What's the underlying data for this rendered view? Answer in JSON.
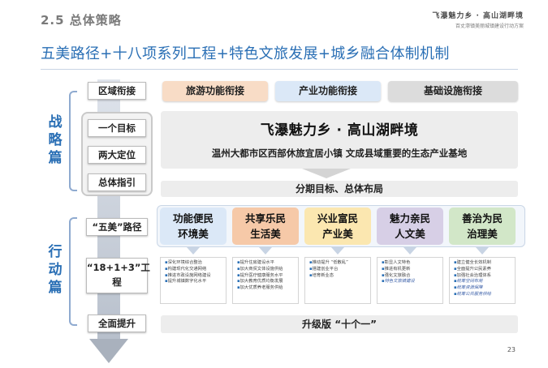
{
  "header": {
    "section": "2.5  总体策略",
    "brand_line1": "飞瀑魅力乡 · 高山湖畔境",
    "brand_line2": "百丈漈镇美丽城镇建设行动方案"
  },
  "title": "五美路径+十八项系列工程+特色文旅发展+城乡融合体制机制",
  "side": {
    "strategy": "战略篇",
    "action": "行动篇"
  },
  "left_labels": {
    "region": "区域衔接",
    "goal": "一个目标",
    "positioning": "两大定位",
    "guideline": "总体指引",
    "five_beauty": "“五美”路径",
    "projects": "“18+1+3”工程",
    "upgrade": "全面提升"
  },
  "chips": {
    "tourism": "旅游功能衔接",
    "industry": "产业功能衔接",
    "infra": "基础设施衔接"
  },
  "strategy": {
    "headline": "飞瀑魅力乡 · 高山湖畔境",
    "sub": "温州大都市区西部休旅宜居小镇    文成县域重要的生态产业基地",
    "phased": "分期目标、总体布局",
    "upgrade": "升级版 “十个一”"
  },
  "columns": [
    {
      "title1": "功能便民",
      "title2": "环境美",
      "items": [
        "深化环境综合整治",
        "构建现代化交通网络",
        "推进市政设施网络建设",
        "提升城镇数字化水平"
      ]
    },
    {
      "title1": "共享乐民",
      "title2": "生活美",
      "items": [
        "提升住房建设水平",
        "加大商贸文体设施供给",
        "提升医疗健康服务水平",
        "加大教育优质均衡发展",
        "加大优质养老服务供给"
      ]
    },
    {
      "title1": "兴业富民",
      "title2": "产业美",
      "items": [
        "推动提升 “低散乱”",
        "搭建创业平台",
        "培育新业态"
      ]
    },
    {
      "title1": "魅力亲民",
      "title2": "人文美",
      "items": [
        "彰显人文特色",
        "推进有机更新",
        "强化文旅融合",
        "特色文旅镇建设"
      ]
    },
    {
      "title1": "善治为民",
      "title2": "治理美",
      "items": [
        "建立健全长效机制",
        "全面提升公民素养",
        "加强社会治理体系",
        "统筹空间布局",
        "统筹资源保障",
        "统筹公共服务供给"
      ]
    }
  ],
  "page_number": "23",
  "colors": {
    "accent_blue": "#2a6fb5",
    "chip_orange": "#f8dcc6",
    "chip_blue": "#dbe8f7",
    "chip_gray": "#dcdcdc",
    "col_orange": "#f6c9a8",
    "col_yellow": "#fbe7b0",
    "col_purple": "#d7cfe6",
    "col_green": "#d2e7c8"
  }
}
